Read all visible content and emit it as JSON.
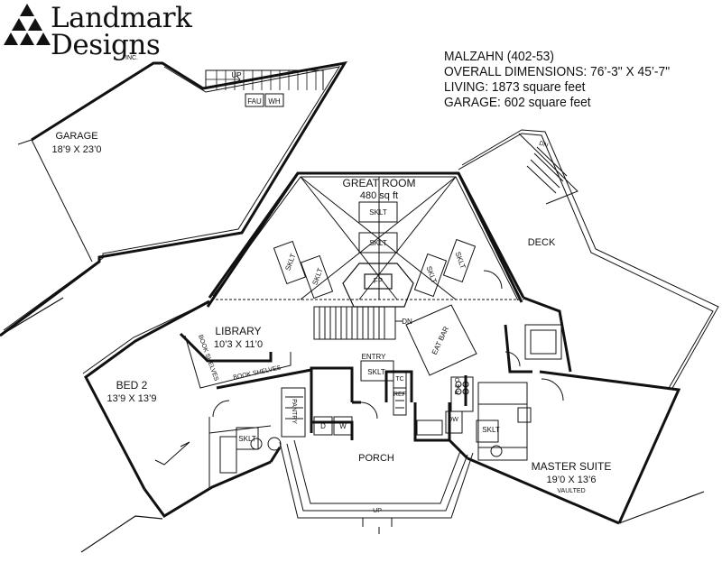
{
  "brand": {
    "line1": "Landmark",
    "line2": "Designs",
    "suffix": "INC."
  },
  "plan_info": {
    "name": "MALZAHN (402-53)",
    "dimensions": "OVERALL DIMENSIONS: 76’-3\" X 45’-7\"",
    "living": "LIVING: 1873 square feet",
    "garage": "GARAGE: 602 square feet"
  },
  "rooms": {
    "garage": {
      "name": "GARAGE",
      "size": "18’9 X 23’0"
    },
    "great_room": {
      "name": "GREAT ROOM",
      "size": "480 sq ft"
    },
    "deck": {
      "name": "DECK"
    },
    "library": {
      "name": "LIBRARY",
      "size": "10’3 X 11’0"
    },
    "bed2": {
      "name": "BED 2",
      "size": "13’9 X 13’9"
    },
    "master": {
      "name": "MASTER SUITE",
      "size": "19’0 X 13’6",
      "note": "VAULTED"
    },
    "porch": {
      "name": "PORCH"
    },
    "entry": {
      "name": "ENTRY"
    },
    "pantry": {
      "name": "PANTRY"
    }
  },
  "labels": {
    "up": "UP",
    "dn": "DN",
    "fau": "FAU",
    "wh": "WH",
    "sklt": "SKLT",
    "fp": "FP",
    "eat_bar": "EAT BAR",
    "book_shelves": "BOOK SHELVES",
    "tc": "TC",
    "ref": "REF",
    "r_o": "R & O",
    "dw": "DW",
    "washer": "W",
    "dryer": "D"
  },
  "colors": {
    "line": "#111111",
    "background": "#ffffff"
  }
}
